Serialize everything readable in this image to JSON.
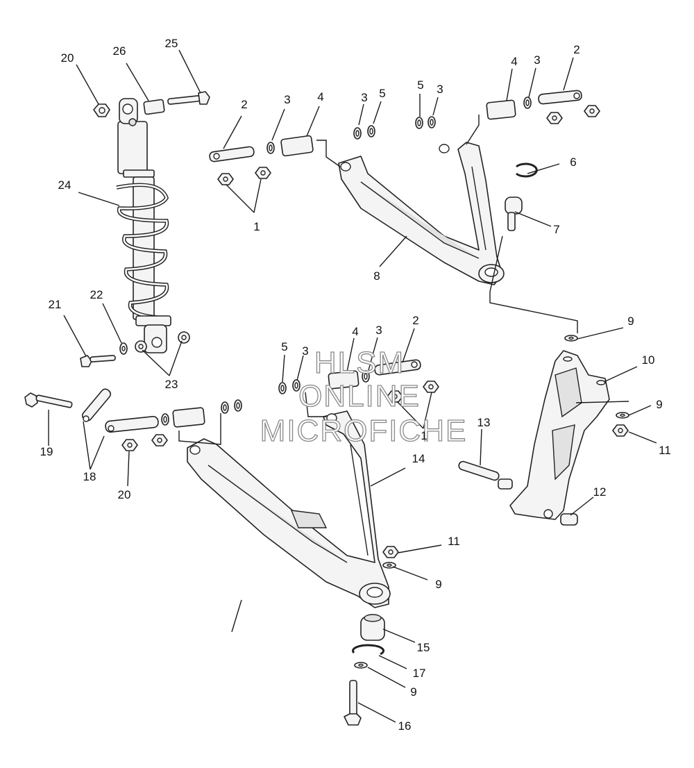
{
  "watermark": {
    "line1": "HLSM",
    "line2": "ONLINE",
    "line3": "MICROFICHE"
  },
  "callouts": [
    {
      "id": "c20a",
      "text": "20"
    },
    {
      "id": "c26",
      "text": "26"
    },
    {
      "id": "c25",
      "text": "25"
    },
    {
      "id": "c24",
      "text": "24"
    },
    {
      "id": "c21",
      "text": "21"
    },
    {
      "id": "c22",
      "text": "22"
    },
    {
      "id": "c23",
      "text": "23"
    },
    {
      "id": "c19",
      "text": "19"
    },
    {
      "id": "c18",
      "text": "18"
    },
    {
      "id": "c20b",
      "text": "20"
    },
    {
      "id": "c2a",
      "text": "2"
    },
    {
      "id": "c3a",
      "text": "3"
    },
    {
      "id": "c4a",
      "text": "4"
    },
    {
      "id": "c1a",
      "text": "1"
    },
    {
      "id": "c3b",
      "text": "3"
    },
    {
      "id": "c5a",
      "text": "5"
    },
    {
      "id": "c5b",
      "text": "5"
    },
    {
      "id": "c3c",
      "text": "3"
    },
    {
      "id": "c4b",
      "text": "4"
    },
    {
      "id": "c3d",
      "text": "3"
    },
    {
      "id": "c2b",
      "text": "2"
    },
    {
      "id": "c6",
      "text": "6"
    },
    {
      "id": "c7",
      "text": "7"
    },
    {
      "id": "c8",
      "text": "8"
    },
    {
      "id": "c9a",
      "text": "9"
    },
    {
      "id": "c10",
      "text": "10"
    },
    {
      "id": "c9b",
      "text": "9"
    },
    {
      "id": "c11a",
      "text": "11"
    },
    {
      "id": "c13",
      "text": "13"
    },
    {
      "id": "c12",
      "text": "12"
    },
    {
      "id": "c5c",
      "text": "5"
    },
    {
      "id": "c3e",
      "text": "3"
    },
    {
      "id": "c4c",
      "text": "4"
    },
    {
      "id": "c3f",
      "text": "3"
    },
    {
      "id": "c2c",
      "text": "2"
    },
    {
      "id": "c1b",
      "text": "1"
    },
    {
      "id": "c14",
      "text": "14"
    },
    {
      "id": "c11b",
      "text": "11"
    },
    {
      "id": "c9c",
      "text": "9"
    },
    {
      "id": "c15",
      "text": "15"
    },
    {
      "id": "c17",
      "text": "17"
    },
    {
      "id": "c9d",
      "text": "9"
    },
    {
      "id": "c16",
      "text": "16"
    }
  ]
}
